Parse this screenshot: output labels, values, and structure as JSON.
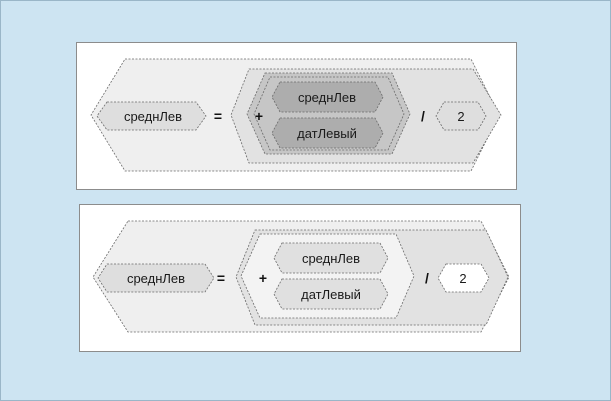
{
  "expressions": [
    {
      "result_var": "среднЛев",
      "assign_op": "=",
      "sum_op": "+",
      "operand_a": "среднЛев",
      "operand_b": "датЛевый",
      "divide_op": "/",
      "divisor": "2",
      "selected": "sum-group"
    },
    {
      "result_var": "среднЛев",
      "assign_op": "=",
      "sum_op": "+",
      "operand_a": "среднЛев",
      "operand_b": "датЛевый",
      "divide_op": "/",
      "divisor": "2",
      "selected": "none"
    }
  ],
  "colors": {
    "background": "#cde4f2",
    "outer_fill": "#efefef",
    "div_fill": "#e2e2e2",
    "sum_fill_selected": "#c6c6c6",
    "operand_fill_selected": "#adadad",
    "sum_fill": "#f3f3f3",
    "operand_fill": "#e0e0e0",
    "stroke": "#6a6a6a"
  }
}
